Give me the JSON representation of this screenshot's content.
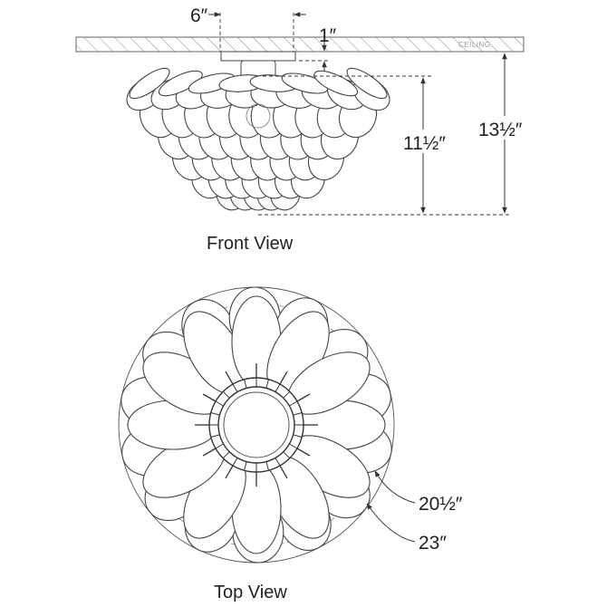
{
  "labels": {
    "canopy_width": "6″",
    "canopy_height": "1″",
    "shade_height": "11½″",
    "overall_height": "13½″",
    "ceiling": "CEILING",
    "front_view": "Front View",
    "top_view": "Top View",
    "inner_diameter": "20½″",
    "outer_diameter": "23″"
  },
  "colors": {
    "line": "#333333",
    "hatch": "#8a8a8a",
    "text": "#222222"
  }
}
